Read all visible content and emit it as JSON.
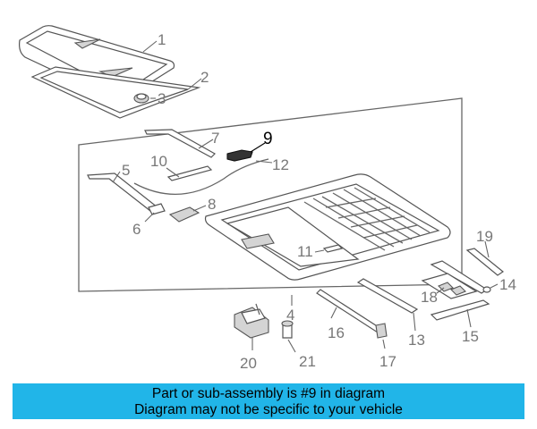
{
  "callouts": {
    "c1": "1",
    "c2": "2",
    "c3": "3",
    "c4": "4",
    "c5": "5",
    "c6": "6",
    "c7": "7",
    "c8": "8",
    "c9": "9",
    "c10": "10",
    "c11": "11",
    "c12": "12",
    "c13": "13",
    "c14": "14",
    "c15": "15",
    "c16": "16",
    "c17": "17",
    "c18": "18",
    "c19": "19",
    "c20": "20",
    "c21": "21"
  },
  "highlighted_part": "9",
  "banner": {
    "line1": "Part or sub-assembly is #9 in diagram",
    "line2": "Diagram may not be specific to your vehicle",
    "color": "#21b5e8"
  }
}
